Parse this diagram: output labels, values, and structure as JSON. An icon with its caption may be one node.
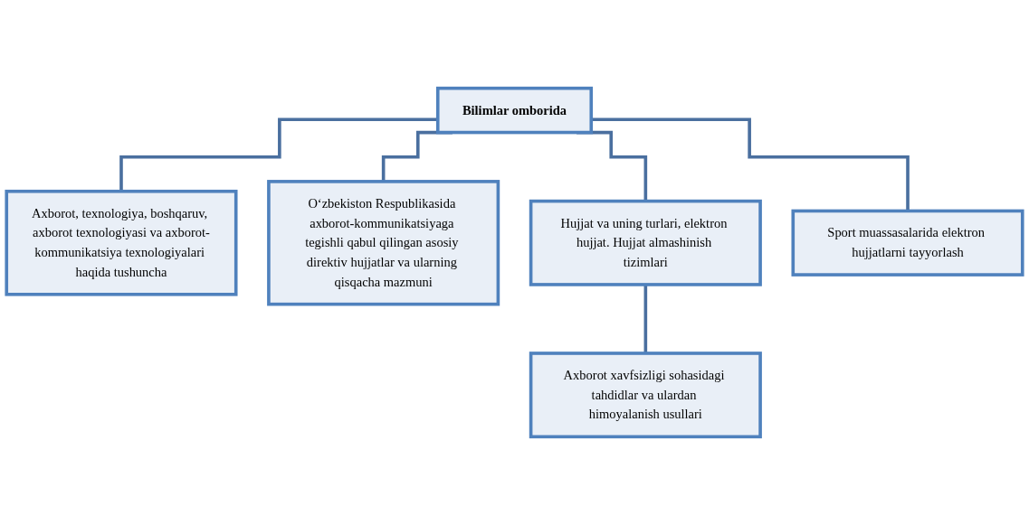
{
  "diagram": {
    "nodes": [
      {
        "text": [
          "Bilimlar omborida"
        ]
      },
      {
        "text": [
          "Axborot, texnologiya, boshqaruv, axborot texnologiyasi va axborot-kommunikatsiya texnologiyalari haqida tushuncha"
        ]
      },
      {
        "text": [
          "O‘zbekiston Respublikasida axborot-kommunikatsiyaga tegishli qabul qilingan asosiy direktiv hujjatlar va ularning qisqacha mazmuni"
        ]
      },
      {
        "text": [
          "Hujjat va uning turlari, elektron hujjat. Hujjat almashinish tizimlari"
        ]
      },
      {
        "text": [
          "Sport muassasalarida elektron hujjatlarni tayyorlash"
        ]
      },
      {
        "text": [
          "Axborot xavfsizligi sohasidagi tahdidlar va ulardan himoyalanish usullari"
        ]
      }
    ],
    "edges": [
      {
        "from": 0,
        "to": 1,
        "arrow": "none"
      },
      {
        "from": 0,
        "to": 2,
        "arrow": "none"
      },
      {
        "from": 0,
        "to": 3,
        "arrow": "none"
      },
      {
        "from": 0,
        "to": 4,
        "arrow": "none"
      },
      {
        "from": 3,
        "to": 5,
        "arrow": "none"
      }
    ]
  }
}
